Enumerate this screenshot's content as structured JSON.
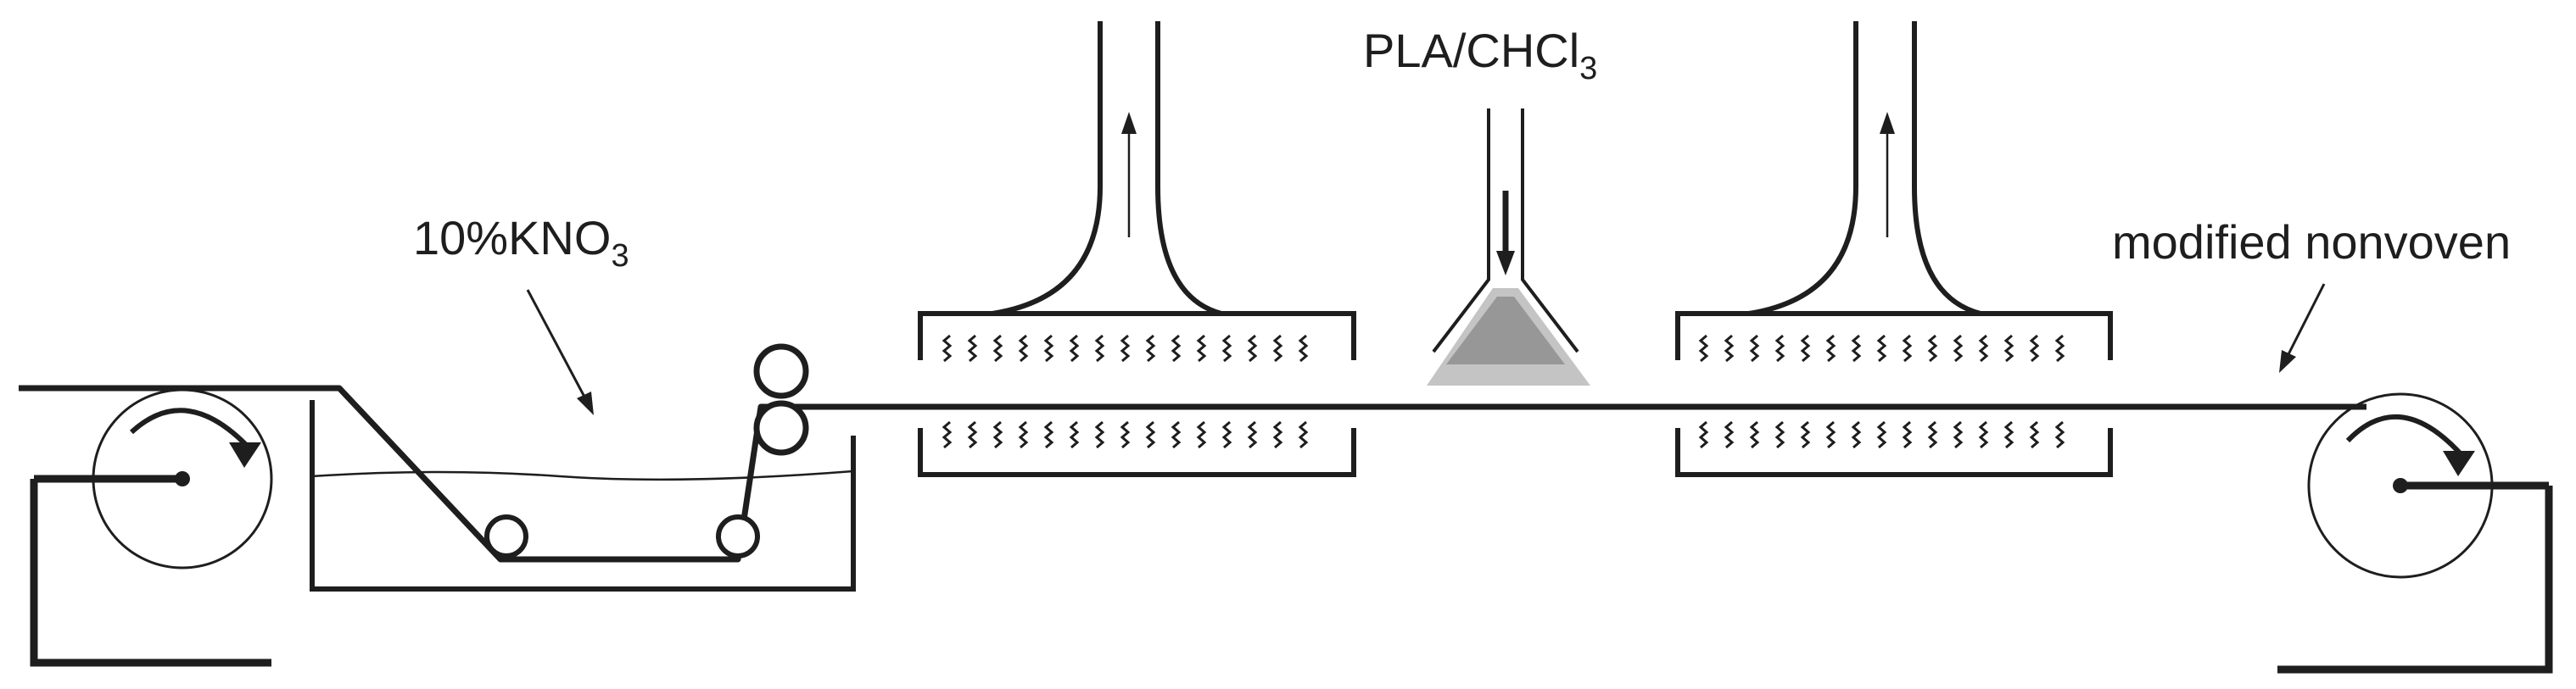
{
  "labels": {
    "bath_solution": {
      "main": "10%KNO",
      "sub": "3"
    },
    "spray_solution": {
      "main": "PLA/CHCl",
      "sub": "3"
    },
    "product": "modified nonvoven"
  },
  "colors": {
    "line": "#1e1e1e",
    "spray": "#8a8a8a",
    "background": "#ffffff"
  }
}
